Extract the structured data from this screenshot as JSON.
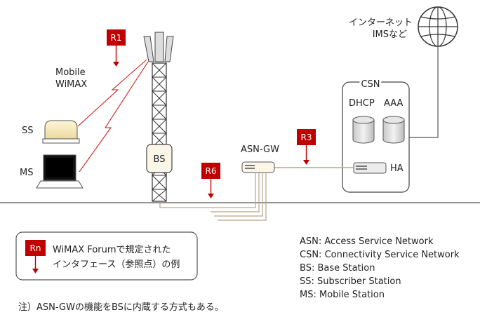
{
  "labels": {
    "internet_line1": "インターネット",
    "internet_line2": "IMSなど",
    "mobile_wimax_line1": "Mobile",
    "mobile_wimax_line2": "WiMAX",
    "ss": "SS",
    "ms": "MS",
    "bs": "BS",
    "asn_gw": "ASN-GW",
    "csn": "CSN",
    "dhcp": "DHCP",
    "aaa": "AAA",
    "ha": "HA"
  },
  "reference_points": {
    "r1": "R1",
    "r3": "R3",
    "r6": "R6"
  },
  "legend": {
    "tag": "Rn",
    "line1": "WiMAX Forumで規定された",
    "line2": "インタフェース（参照点）の例"
  },
  "abbreviations": [
    "ASN: Access Service Network",
    "CSN: Connectivity Service Network",
    "BS: Base Station",
    "SS: Subscriber Station",
    "MS: Mobile Station"
  ],
  "note": "注）ASN-GWの機能をBSに内蔵する方式もある。",
  "colors": {
    "tag_red": "#c00000",
    "cable": "#b8a58a",
    "frame": "#444444"
  }
}
